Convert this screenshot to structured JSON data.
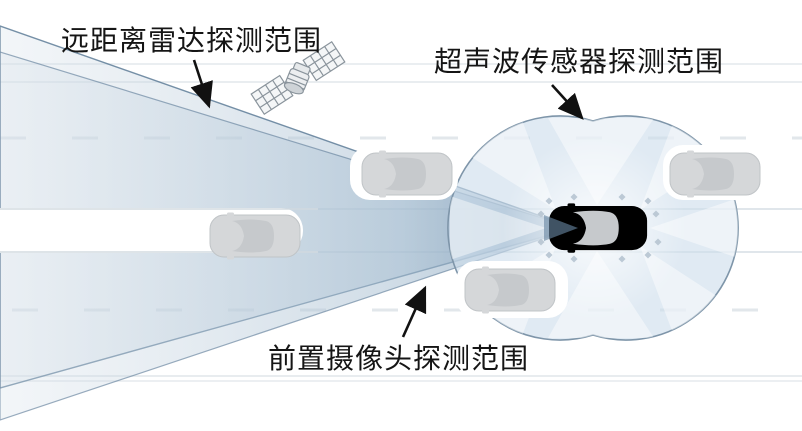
{
  "figure": {
    "type": "vehicle-sensor-coverage-diagram",
    "labels": {
      "radar": {
        "text": "远距离雷达探测范围"
      },
      "ultrasonic": {
        "text": "超声波传感器探测范围"
      },
      "camera": {
        "text": "前置摄像头探测范围"
      }
    },
    "icons": {
      "satellite": "satellite-icon",
      "arrows": [
        "arrow-to-radar-cone",
        "arrow-to-ultrasonic-zone",
        "arrow-to-camera-cone"
      ]
    },
    "objects": {
      "ego_vehicle": {
        "kind": "car-top-view",
        "color": "#b02315",
        "heading": "left",
        "position": "center-right"
      },
      "other_vehicles": [
        {
          "kind": "car-top-view",
          "color": "#d5d7d9",
          "heading": "left",
          "position": "left-lane-middle"
        },
        {
          "kind": "car-top-view",
          "color": "#d5d7d9",
          "heading": "left",
          "position": "upper-middle"
        },
        {
          "kind": "car-top-view",
          "color": "#d5d7d9",
          "heading": "left",
          "position": "lower-middle"
        },
        {
          "kind": "car-top-view",
          "color": "#d5d7d9",
          "heading": "left",
          "position": "right-of-ego"
        }
      ]
    },
    "colors": {
      "cone_fill_dark": "#a8bac9",
      "cone_fill_light": "#d2dde6",
      "cone_stroke": "#5e7d98",
      "ultrasonic_fill": "#d3e0ec",
      "ultrasonic_stroke": "#7e95a9",
      "label_text": "#151515",
      "arrow": "#111111",
      "lane_line": "#e3e8ec"
    }
  }
}
